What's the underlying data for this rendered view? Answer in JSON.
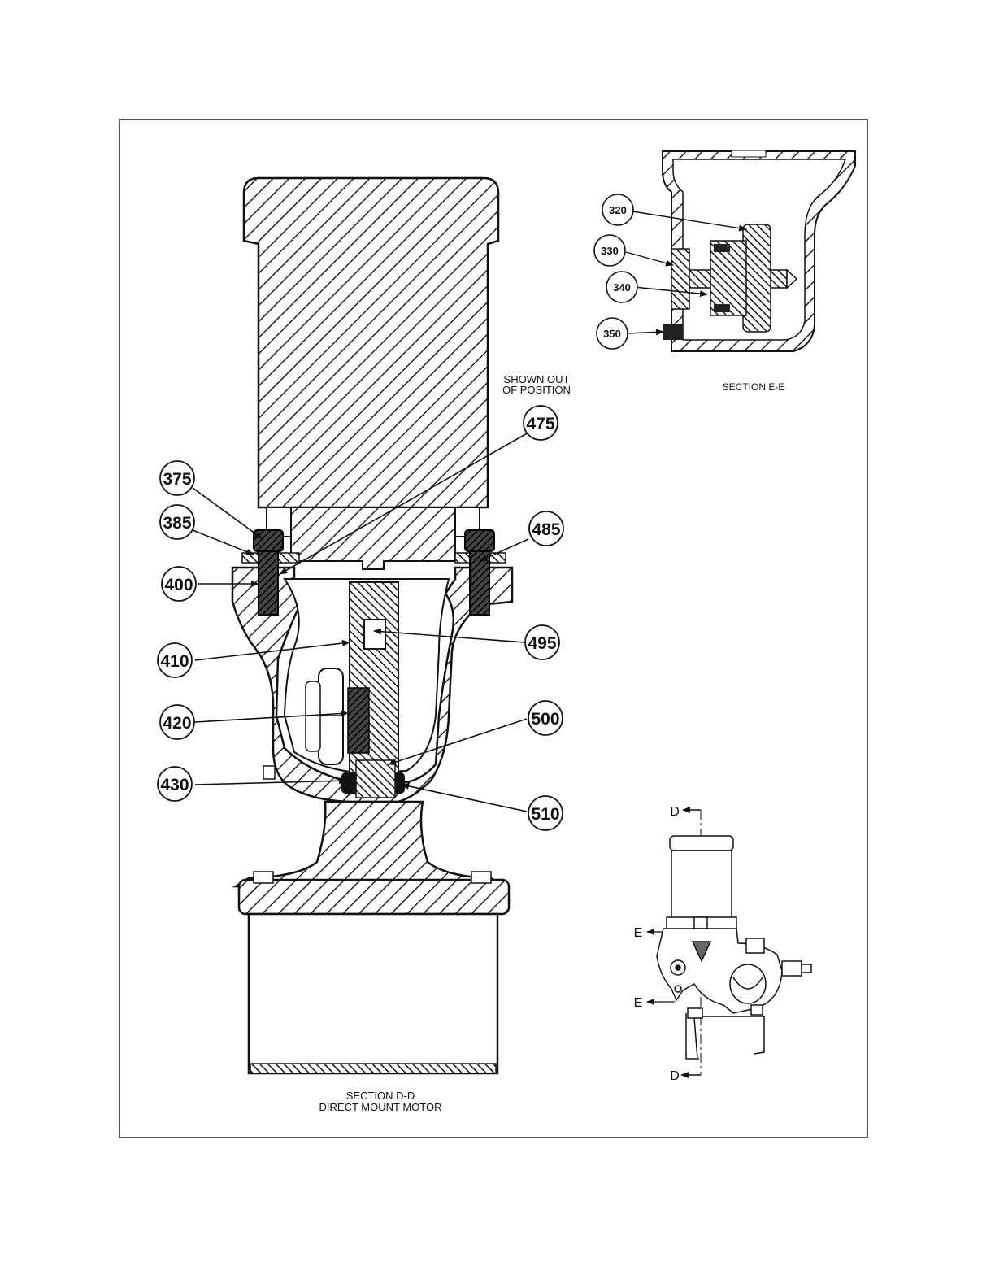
{
  "section_dd": {
    "title_line1": "SECTION D-D",
    "title_line2": "DIRECT MOUNT MOTOR",
    "note_line1": "SHOWN OUT",
    "note_line2": "OF POSITION",
    "balloons": {
      "b375": "375",
      "b385": "385",
      "b400": "400",
      "b410": "410",
      "b420": "420",
      "b430": "430",
      "b475": "475",
      "b485": "485",
      "b495": "495",
      "b500": "500",
      "b510": "510"
    }
  },
  "section_ee": {
    "title": "SECTION E-E",
    "balloons": {
      "b320": "320",
      "b330": "330",
      "b340": "340",
      "b350": "350"
    }
  },
  "key_view": {
    "cut_d_top": "D",
    "cut_d_bottom": "D",
    "cut_e_top": "E",
    "cut_e_bottom": "E"
  }
}
